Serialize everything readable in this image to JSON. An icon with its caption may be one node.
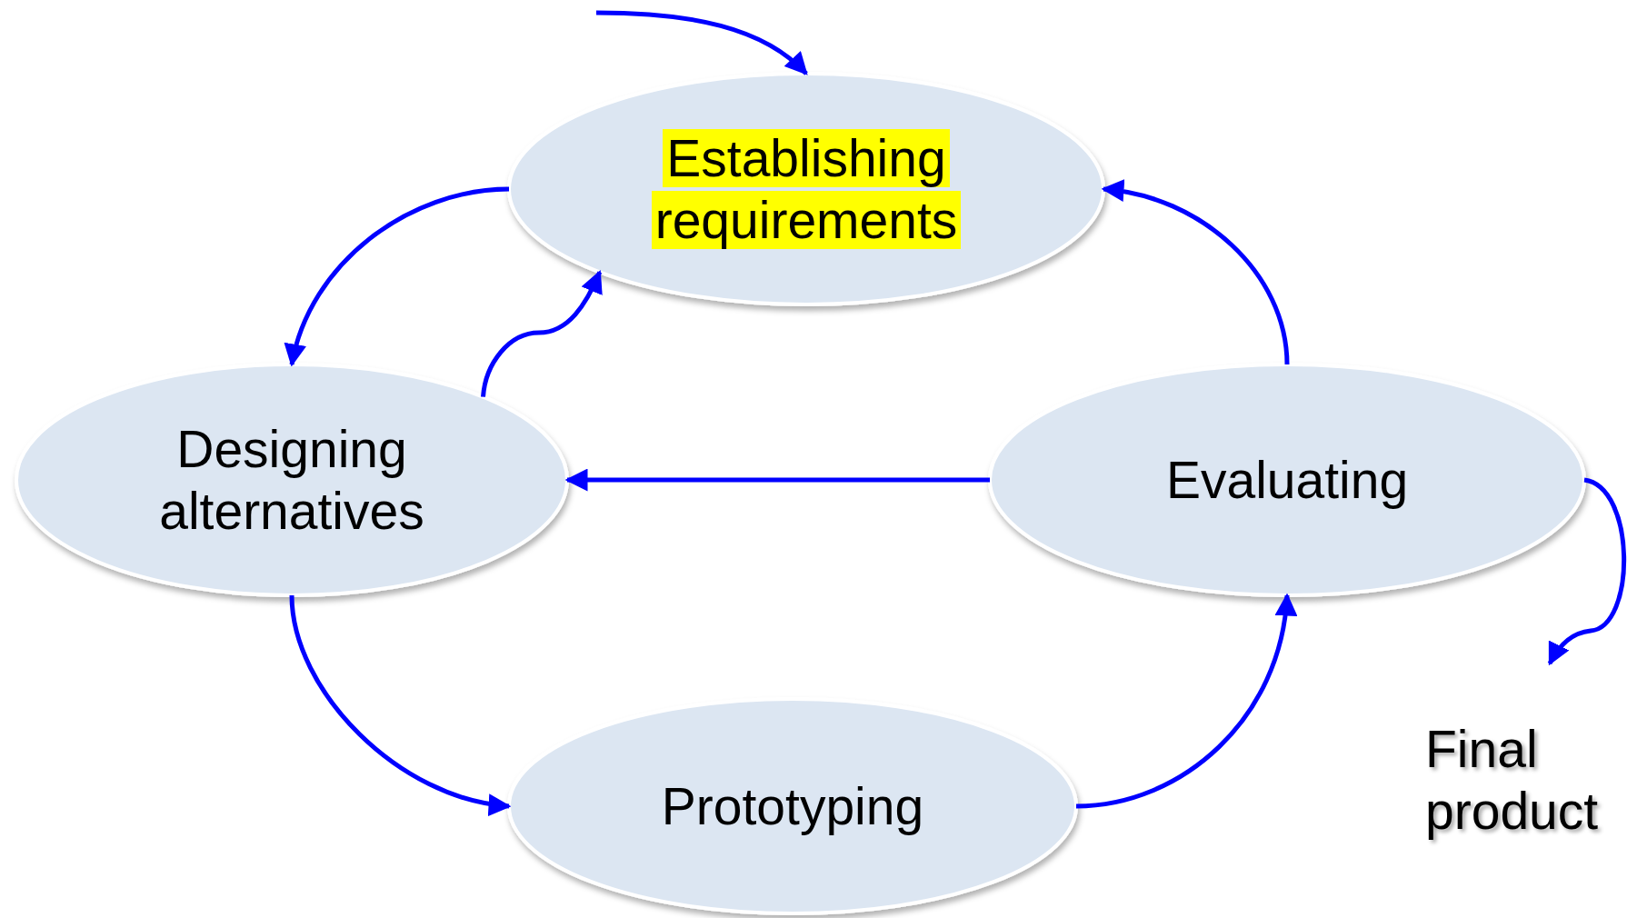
{
  "diagram": {
    "nodes": [
      {
        "text": [
          "Establishing requirements"
        ]
      },
      {
        "text": [
          "Designing alternatives"
        ]
      },
      {
        "text": [
          "Evaluating"
        ]
      },
      {
        "text": [
          "Prototyping"
        ]
      },
      {
        "text": [
          "Final product"
        ]
      }
    ],
    "edges": [
      {
        "from": null,
        "to": 0,
        "arrow": "to"
      },
      {
        "from": 0,
        "to": 1,
        "arrow": "to"
      },
      {
        "from": 1,
        "to": 0,
        "arrow": "to"
      },
      {
        "from": 2,
        "to": 0,
        "arrow": "to"
      },
      {
        "from": 2,
        "to": 1,
        "arrow": "to"
      },
      {
        "from": 1,
        "to": 3,
        "arrow": "to"
      },
      {
        "from": 3,
        "to": 2,
        "arrow": "to"
      },
      {
        "from": 2,
        "to": 4,
        "arrow": "to"
      }
    ]
  }
}
